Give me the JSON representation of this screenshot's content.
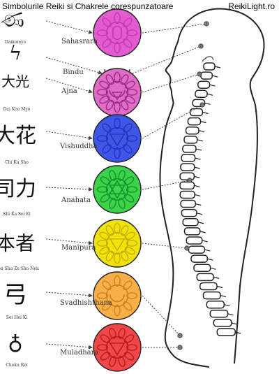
{
  "header": {
    "title": "Simbolurile Reiki si Chakrele corespunzatoare",
    "site": "ReikiLight.ro"
  },
  "symbols": [
    {
      "name": "Daikomyo",
      "glyph": "ණ"
    },
    {
      "name": "",
      "glyph": "ϟ"
    },
    {
      "name": "Dai Koo Myo",
      "glyph": "大光"
    },
    {
      "name": "Chi Ka Sho",
      "glyph": "大花"
    },
    {
      "name": "Shi Ka Sei Ki",
      "glyph": "司力"
    },
    {
      "name": "Hon Sha Ze Sho Nen",
      "glyph": "本者"
    },
    {
      "name": "Sei Hei Ki",
      "glyph": "弓"
    },
    {
      "name": "Choku Rei",
      "glyph": "♁"
    }
  ],
  "chakras": [
    {
      "name": "Sahasrara",
      "color": "#c03ab0",
      "fill": "#e25bd0"
    },
    {
      "name": "Bindu",
      "color": "#b0359a",
      "fill": "#d86ac8"
    },
    {
      "name": "Ajna",
      "color": "#a02a88",
      "fill": "#e06cc8"
    },
    {
      "name": "Vishuddha",
      "color": "#1f35b8",
      "fill": "#3f55e8"
    },
    {
      "name": "Anahata",
      "color": "#16922c",
      "fill": "#3cd24a"
    },
    {
      "name": "Manipura",
      "color": "#c2b200",
      "fill": "#f2e20c"
    },
    {
      "name": "Svadhishthana",
      "color": "#d08020",
      "fill": "#f7b048"
    },
    {
      "name": "Muladhara",
      "color": "#b81c1c",
      "fill": "#f04848"
    }
  ]
}
